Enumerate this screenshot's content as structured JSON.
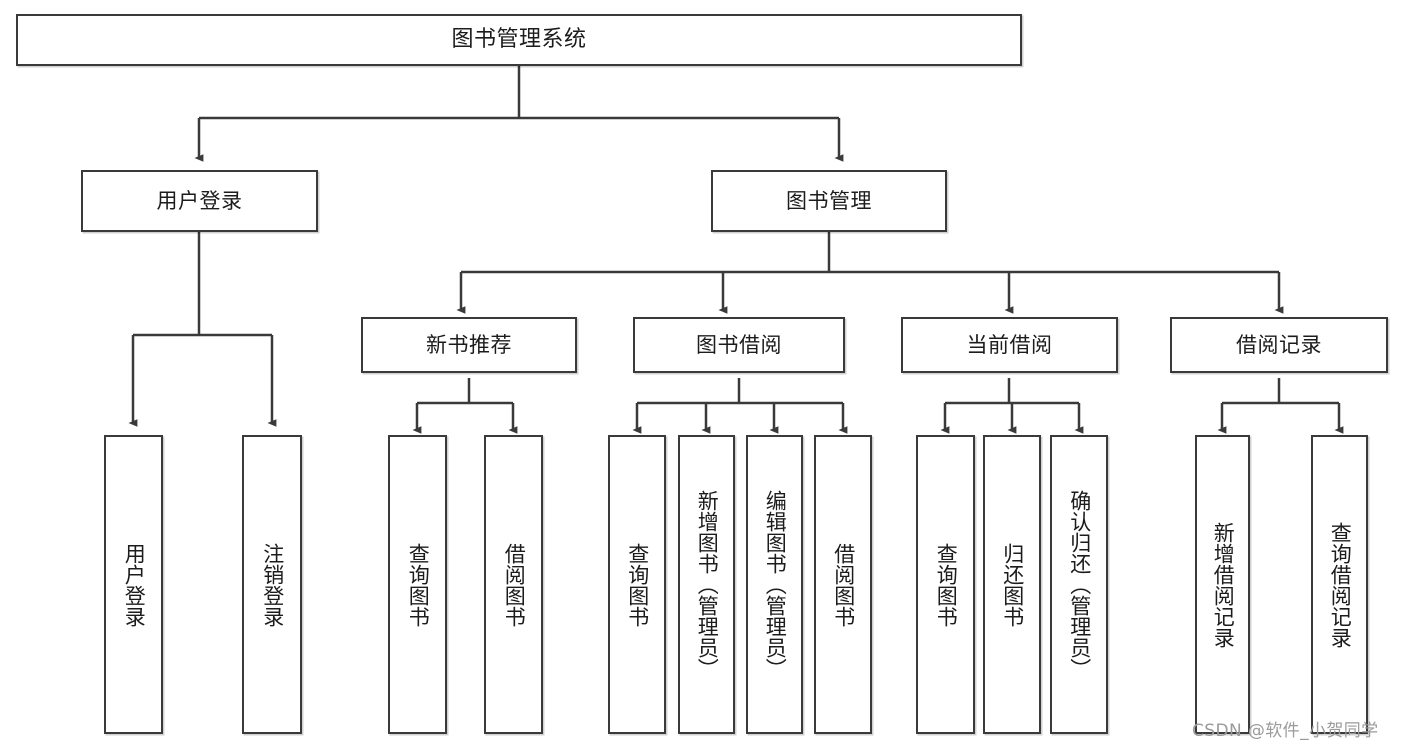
{
  "diagram": {
    "title": "图书管理系统",
    "type": "tree-hierarchy-diagram",
    "watermark": "CSDN @软件_小贺同学",
    "accent_color": "#3a3a3a",
    "background_color": "#ffffff",
    "nodes": {
      "root": {
        "label": "图书管理系统"
      },
      "level2": [
        {
          "label": "用户登录"
        },
        {
          "label": "图书管理"
        }
      ],
      "level3": [
        {
          "label": "新书推荐"
        },
        {
          "label": "图书借阅"
        },
        {
          "label": "当前借阅"
        },
        {
          "label": "借阅记录"
        }
      ],
      "leaves": {
        "user_login": [
          {
            "label": "用户登录"
          },
          {
            "label": "注销登录"
          }
        ],
        "new_book": [
          {
            "label": "查询图书"
          },
          {
            "label": "借阅图书"
          }
        ],
        "book_borrow": [
          {
            "label": "查询图书"
          },
          {
            "label": "新增图书（管理员）"
          },
          {
            "label": "编辑图书（管理员）"
          },
          {
            "label": "借阅图书"
          }
        ],
        "current_borrow": [
          {
            "label": "查询图书"
          },
          {
            "label": "归还图书"
          },
          {
            "label": "确认归还（管理员）"
          }
        ],
        "borrow_record": [
          {
            "label": "新增借阅记录"
          },
          {
            "label": "查询借阅记录"
          }
        ]
      }
    }
  }
}
